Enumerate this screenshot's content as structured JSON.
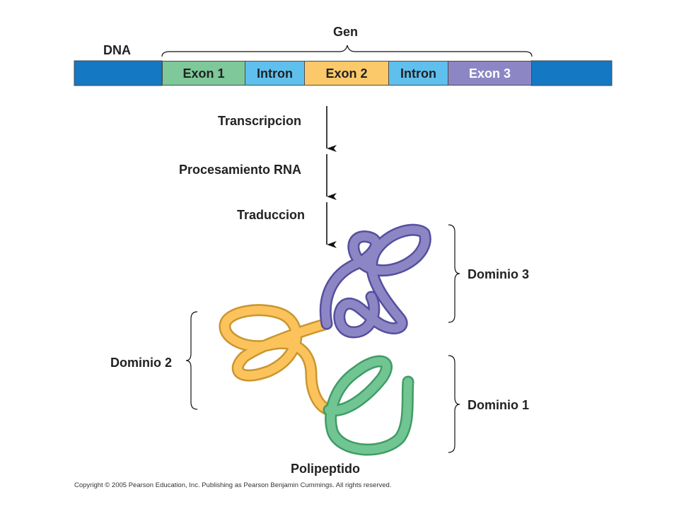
{
  "diagram": {
    "gene_label": "Gen",
    "dna_label": "DNA",
    "segments": [
      {
        "label": "Exon 1",
        "color": "#7ec89a",
        "text_color": "#222222"
      },
      {
        "label": "Intron",
        "color": "#5fc0ee",
        "text_color": "#222222"
      },
      {
        "label": "Exon 2",
        "color": "#fcc96a",
        "text_color": "#222222"
      },
      {
        "label": "Intron",
        "color": "#5fc0ee",
        "text_color": "#222222"
      },
      {
        "label": "Exon 3",
        "color": "#8d86c5",
        "text_color": "#ffffff"
      }
    ],
    "dna_color": "#1478c3",
    "steps": [
      "Transcripcion",
      "Procesamiento RNA",
      "Traduccion"
    ],
    "domains": {
      "domain3": "Dominio 3",
      "domain2": "Dominio 2",
      "domain1": "Dominio 1"
    },
    "domain_colors": {
      "domain1": "#71c593",
      "domain2": "#fcc35c",
      "domain3": "#7f78c0"
    },
    "product_label": "Polipeptido"
  },
  "footer": {
    "copyright": "Copyright © 2005 Pearson Education, Inc. Publishing as Pearson Benjamin Cummings. All rights reserved."
  }
}
